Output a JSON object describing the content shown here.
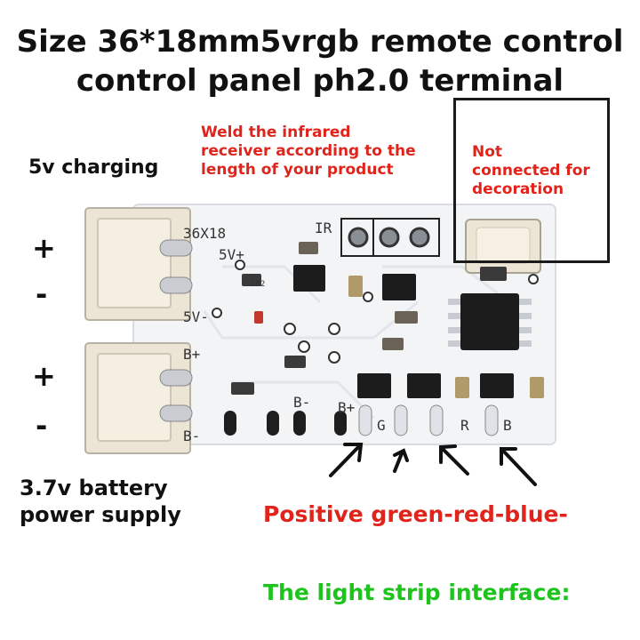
{
  "title": {
    "line1": "Size 36*18mm5vrgb remote control",
    "line2": "control panel ph2.0 terminal"
  },
  "labels": {
    "charging": "5v charging",
    "battery_line1": "3.7v battery",
    "battery_line2": "power supply",
    "weld_line1": "Weld the infrared",
    "weld_line2": "receiver according to the",
    "weld_line3": "length of your product",
    "not_connected_line1": "Not",
    "not_connected_line2": "connected for",
    "not_connected_line3": "decoration",
    "positive_text": "Positive green-red-blue-",
    "interface_text": "The light strip interface:"
  },
  "signs": [
    "+",
    "-",
    "+",
    "-"
  ],
  "board": {
    "silkscreen_model": "36X18",
    "silkscreen_5v": "5V+",
    "silkscreen_5v_minus": "5V-",
    "silkscreen_b_plus": "B+",
    "silkscreen_b_minus": "B-",
    "silkscreen_ir": "IR",
    "silkscreen_b_plus_pad": "B+",
    "silkscreen_b_minus_pad": "B-",
    "silkscreen_g": "G",
    "silkscreen_r": "R",
    "silkscreen_b": "B",
    "resistor_code": "2R2"
  },
  "colors": {
    "red_text": "#e0241b",
    "green_text": "#1ec31e",
    "board": "#f4f6f8",
    "connector": "#efe7d6"
  }
}
